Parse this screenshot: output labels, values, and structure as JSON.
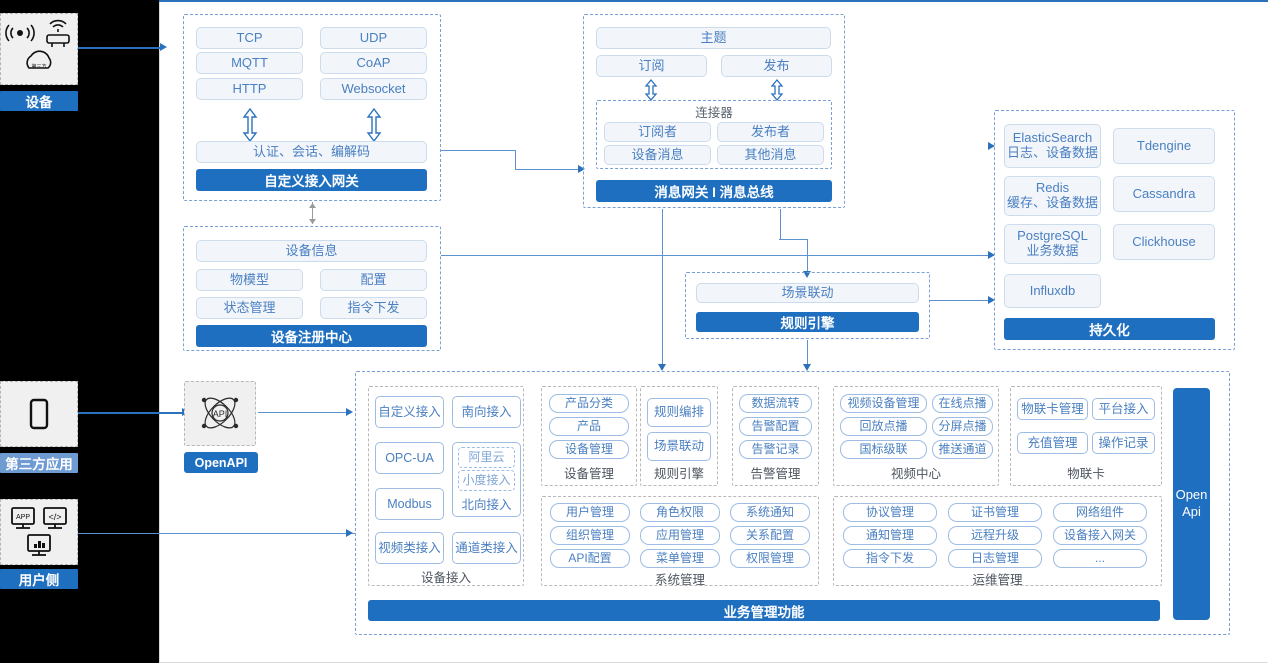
{
  "canvas": {
    "title": "IoT Platform Architecture Diagram"
  },
  "sidebar": {
    "items": [
      {
        "label": "设备",
        "icons": [
          "signal-wave-icon",
          "router-icon",
          "cloud-icon"
        ]
      },
      {
        "label": "第三方应用",
        "icons": [
          "mobile-phone-icon"
        ]
      },
      {
        "label": "用户侧",
        "icons": [
          "app-monitor-icon",
          "code-monitor-icon",
          "chart-monitor-icon"
        ]
      }
    ]
  },
  "gateway": {
    "protocols": [
      "TCP",
      "UDP",
      "MQTT",
      "CoAP",
      "HTTP",
      "Websocket"
    ],
    "middle": "认证、会话、编解码",
    "title": "自定义接入网关"
  },
  "message_bus": {
    "topic": "主题",
    "pubsub": [
      "订阅",
      "发布"
    ],
    "connector_title": "连接器",
    "connector_items": [
      "订阅者",
      "发布者",
      "设备消息",
      "其他消息"
    ],
    "title": "消息网关 I 消息总线"
  },
  "registry": {
    "info": "设备信息",
    "items": [
      "物模型",
      "配置",
      "状态管理",
      "指令下发"
    ],
    "title": "设备注册中心"
  },
  "rule_engine": {
    "scene": "场景联动",
    "title": "规则引擎"
  },
  "persistence": {
    "left_items": [
      {
        "name": "ElasticSearch",
        "sub": "日志、设备数据"
      },
      {
        "name": "Redis",
        "sub": "缓存、设备数据"
      },
      {
        "name": "PostgreSQL",
        "sub": "业务数据"
      },
      {
        "name": "Influxdb",
        "sub": ""
      }
    ],
    "right_items": [
      {
        "name": "Tdengine",
        "sub": ""
      },
      {
        "name": "Cassandra",
        "sub": ""
      },
      {
        "name": "Clickhouse",
        "sub": ""
      }
    ],
    "title": "持久化"
  },
  "openapi": {
    "label": "OpenAPI",
    "icon": "api-atom-icon",
    "vertical_label": "Open\nApi",
    "vertical_line1": "Open",
    "vertical_line2": "Api"
  },
  "business": {
    "bottom_bar": "业务管理功能",
    "groups": [
      {
        "name": "设备接入",
        "layout": "two-col-access",
        "left": [
          "自定义接入",
          "OPC-UA",
          "Modbus",
          "视频类接入"
        ],
        "right_top": "南向接入",
        "right_dashed": [
          "阿里云",
          "小度接入"
        ],
        "right_mid": "北向接入",
        "right_bottom": "通道类接入"
      },
      {
        "name": "设备管理",
        "items": [
          "产品分类",
          "产品",
          "设备管理"
        ],
        "cols": 1
      },
      {
        "name": "规则引擎",
        "items": [
          "规则编排",
          "场景联动"
        ],
        "cols": 1
      },
      {
        "name": "告警管理",
        "items": [
          "数据流转",
          "告警配置",
          "告警记录"
        ],
        "cols": 1
      },
      {
        "name": "视频中心",
        "items": [
          "视频设备管理",
          "在线点播",
          "回放点播",
          "分屏点播",
          "国标级联",
          "推送通道"
        ],
        "cols": 2
      },
      {
        "name": "物联卡",
        "items": [
          "物联卡管理",
          "平台接入",
          "充值管理",
          "操作记录"
        ],
        "cols": 2
      },
      {
        "name": "系统管理",
        "items": [
          "用户管理",
          "角色权限",
          "系统通知",
          "组织管理",
          "应用管理",
          "关系配置",
          "API配置",
          "菜单管理",
          "权限管理"
        ],
        "cols": 3
      },
      {
        "name": "运维管理",
        "items": [
          "协议管理",
          "证书管理",
          "网络组件",
          "通知管理",
          "远程升级",
          "设备接入网关",
          "指令下发",
          "日志管理",
          "..."
        ],
        "cols": 3
      }
    ]
  },
  "colors": {
    "accent": "#1f6fc0",
    "line": "#2b72bd",
    "chip_text": "#4a7fc1",
    "chip_bg": "#f2f6fa",
    "dashed_border": "#7a9fd4",
    "panel_bg": "#ffffff",
    "gutter": "#000000"
  }
}
